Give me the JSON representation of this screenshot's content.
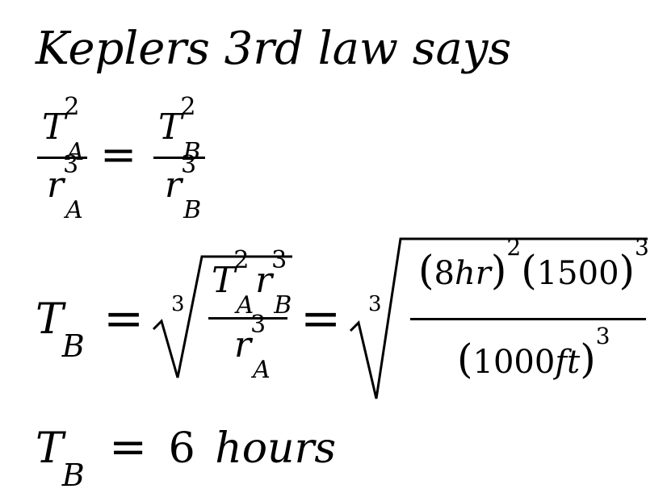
{
  "title": "Keplers 3rd law says",
  "eq1": {
    "num_a": "T",
    "num_a_sub": "A",
    "num_a_sup": "2",
    "den_a": "r",
    "den_a_sub": "A",
    "den_a_sup": "3",
    "eq": "=",
    "num_b": "T",
    "num_b_sub": "B",
    "num_b_sup": "2",
    "den_b": "r",
    "den_b_sub": "B",
    "den_b_sup": "3"
  },
  "eq2": {
    "lhs": "T",
    "lhs_sub": "B",
    "eq1": "=",
    "root_index_1": "3",
    "num_t": "T",
    "num_t_sub": "A",
    "num_t_sup": "2",
    "num_r": "r",
    "num_r_sub": "B",
    "num_r_sup": "3",
    "den_r": "r",
    "den_r_sub": "A",
    "den_r_sup": "3",
    "eq2": "=",
    "root_index_2": "3",
    "num_p1_open": "(",
    "num_p1_val": "8",
    "num_p1_unit": "hr",
    "num_p1_close": ")",
    "num_p1_exp": "2",
    "num_p2_open": "(",
    "num_p2_val": "1500",
    "num_p2_close": ")",
    "num_p2_exp": "3",
    "den_open": "(",
    "den_val": "1000",
    "den_unit": "ft",
    "den_close": ")",
    "den_exp": "3"
  },
  "eq3": {
    "lhs": "T",
    "lhs_sub": "B",
    "eq": "=",
    "value": "6",
    "unit": "hours"
  }
}
